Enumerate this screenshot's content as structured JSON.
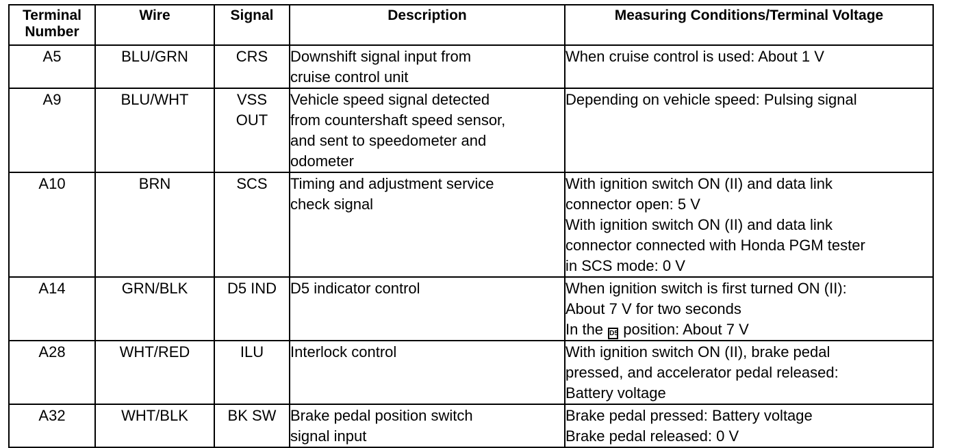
{
  "headers": {
    "terminal_line1": "Terminal",
    "terminal_line2": "Number",
    "wire": "Wire",
    "signal": "Signal",
    "description": "Description",
    "measuring": "Measuring Conditions/Terminal Voltage"
  },
  "rows": [
    {
      "terminal": "A5",
      "wire": "BLU/GRN",
      "signal": [
        "CRS"
      ],
      "description": [
        "Downshift signal input from",
        "cruise control unit"
      ],
      "measuring": [
        "When cruise control is used: About 1 V"
      ]
    },
    {
      "terminal": "A9",
      "wire": "BLU/WHT",
      "signal": [
        "VSS",
        "OUT"
      ],
      "description": [
        "Vehicle speed signal detected",
        "from countershaft speed sensor,",
        "and sent to speedometer and",
        "odometer"
      ],
      "measuring": [
        "Depending on vehicle speed: Pulsing signal"
      ]
    },
    {
      "terminal": "A10",
      "wire": "BRN",
      "signal": [
        "SCS"
      ],
      "description": [
        "Timing and adjustment service",
        "check signal"
      ],
      "measuring": [
        "With ignition switch ON (II) and data link",
        "connector open: 5 V",
        "With ignition switch ON (II) and data link",
        "connector connected with Honda PGM tester",
        "in SCS mode: 0 V"
      ]
    },
    {
      "terminal": "A14",
      "wire": "GRN/BLK",
      "signal": [
        "D5 IND"
      ],
      "description": [
        "D5 indicator control"
      ],
      "measuring": [
        "When ignition switch is first turned ON (II):",
        "About 7 V for two seconds"
      ],
      "measuring_prefix": "In the",
      "measuring_icon": "D5",
      "measuring_suffix": "position: About 7 V"
    },
    {
      "terminal": "A28",
      "wire": "WHT/RED",
      "signal": [
        "ILU"
      ],
      "description": [
        "Interlock control"
      ],
      "measuring": [
        "With ignition switch ON (II), brake pedal",
        "pressed, and accelerator pedal released:",
        "Battery voltage"
      ]
    },
    {
      "terminal": "A32",
      "wire": "WHT/BLK",
      "signal": [
        "BK SW"
      ],
      "description": [
        "Brake pedal position switch",
        "signal input"
      ],
      "measuring": [
        "Brake pedal pressed: Battery voltage",
        "Brake pedal released: 0 V"
      ]
    }
  ]
}
